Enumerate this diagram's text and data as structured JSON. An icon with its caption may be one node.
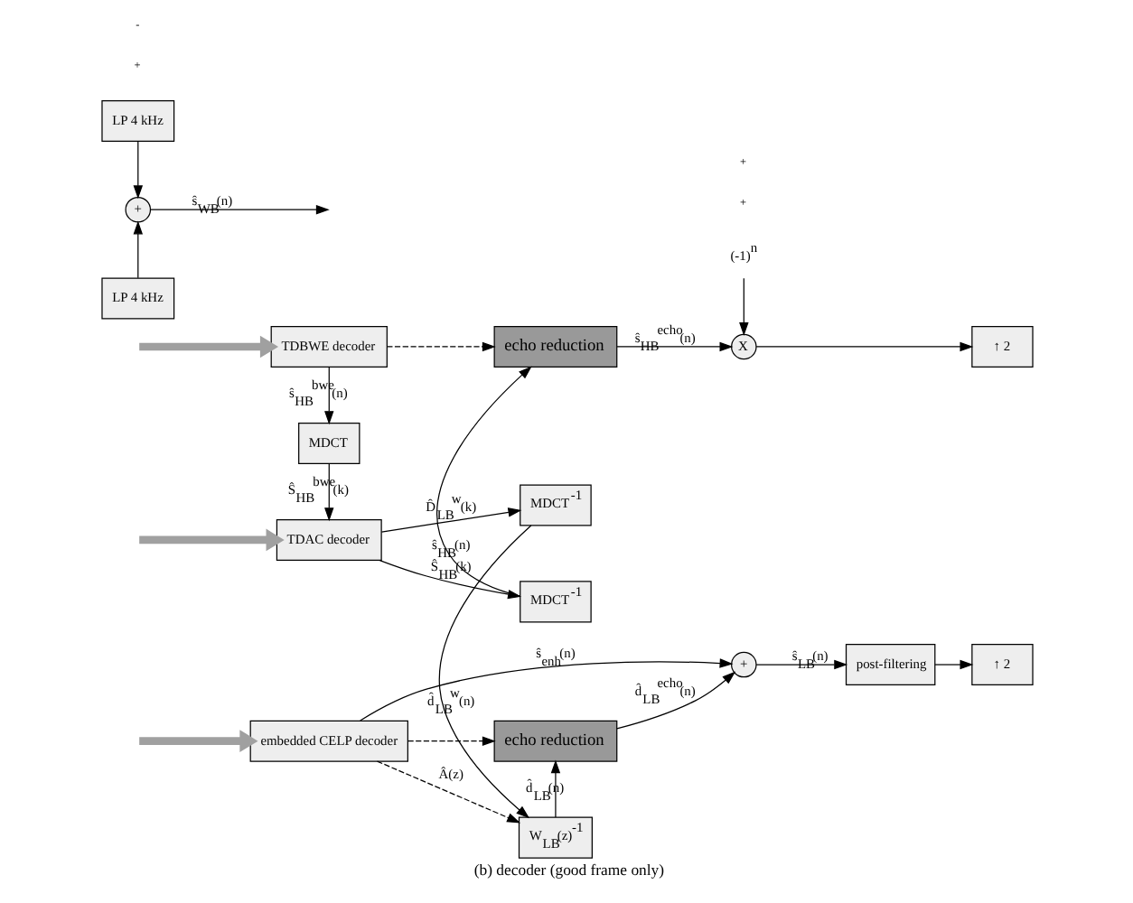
{
  "diagram": {
    "caption": "(b) decoder (good frame only)",
    "nodes": [
      {
        "text": [
          "embedded CELP decoder"
        ]
      },
      {
        "text": [
          "+"
        ]
      },
      {
        "text": [
          "post-filtering"
        ]
      },
      {
        "text": [
          "↑ 2"
        ]
      },
      {
        "text": [
          "LP 4 kHz"
        ]
      },
      {
        "text": [
          "echo reduction"
        ]
      },
      {
        "text": [
          "W$_{LB}$(z)$^{-1}$"
        ]
      },
      {
        "text": [
          "TDAC decoder"
        ]
      },
      {
        "text": [
          "MDCT$^{-1}$"
        ]
      },
      {
        "text": [
          "MDCT$^{-1}$"
        ]
      },
      {
        "text": [
          "MDCT"
        ]
      },
      {
        "text": [
          "TDBWE decoder"
        ]
      },
      {
        "text": [
          "echo reduction"
        ]
      },
      {
        "text": [
          "(-1)$^{n}$"
        ]
      },
      {
        "text": [
          "X"
        ]
      },
      {
        "text": [
          "↑ 2"
        ]
      },
      {
        "text": [
          "LP 4 kHz"
        ]
      },
      {
        "text": [
          "+"
        ]
      }
    ],
    "edges": [
      {
        "from": null,
        "to": 0,
        "arrow": "to",
        "style": "thick",
        "color": "#a0a0a0"
      },
      {
        "from": 0,
        "to": 1,
        "arrow": "to",
        "label": "ŝ$_{enh}$(n)"
      },
      {
        "from": 0,
        "to": 5,
        "arrow": "to",
        "style": "dashed"
      },
      {
        "from": 0,
        "to": 6,
        "arrow": "to",
        "style": "dashed",
        "label": "Â(z)"
      },
      {
        "from": 5,
        "to": 1,
        "arrow": "to",
        "label": "d̂$_{LB}$$^{echo}$(n)"
      },
      {
        "from": 6,
        "to": 5,
        "arrow": "to",
        "label": "d̂$_{LB}$(n)"
      },
      {
        "from": 1,
        "to": 2,
        "arrow": "to",
        "label": "ŝ$_{LB}$(n)"
      },
      {
        "from": 2,
        "to": 3,
        "arrow": "to"
      },
      {
        "from": 4,
        "to": 17,
        "arrow": "to"
      },
      {
        "from": null,
        "to": 7,
        "arrow": "to",
        "style": "thick",
        "color": "#a0a0a0"
      },
      {
        "from": 7,
        "to": 8,
        "arrow": "to",
        "label": "D̂$_{LB}$$^{w}$(k)"
      },
      {
        "from": 8,
        "to": 6,
        "arrow": "to",
        "label": "d̂$_{LB}$$^{w}$(n)"
      },
      {
        "from": 7,
        "to": 9,
        "arrow": "to",
        "label": "Ŝ$_{HB}$(k)"
      },
      {
        "from": 9,
        "to": 12,
        "arrow": "to",
        "label": "ŝ$_{HB}$(n)"
      },
      {
        "from": 10,
        "to": 7,
        "arrow": "to",
        "label": "Ŝ$_{HB}$$^{bwe}$(k)"
      },
      {
        "from": null,
        "to": 11,
        "arrow": "to",
        "style": "thick",
        "color": "#a0a0a0"
      },
      {
        "from": 11,
        "to": 10,
        "arrow": "to",
        "label": "ŝ$_{HB}$$^{bwe}$(n)"
      },
      {
        "from": 11,
        "to": 12,
        "arrow": "to",
        "style": "dashed"
      },
      {
        "from": 12,
        "to": 14,
        "arrow": "to",
        "label": "ŝ$_{HB}$$^{echo}$(n)"
      },
      {
        "from": 13,
        "to": 14,
        "arrow": "to"
      },
      {
        "from": 14,
        "to": 15,
        "arrow": "to"
      },
      {
        "from": 16,
        "to": 17,
        "arrow": "to"
      },
      {
        "from": 17,
        "to": null,
        "arrow": "to",
        "label": "ŝ$_{WB}$(n)"
      }
    ],
    "labels": [
      "+",
      "+",
      "+",
      "-"
    ]
  }
}
